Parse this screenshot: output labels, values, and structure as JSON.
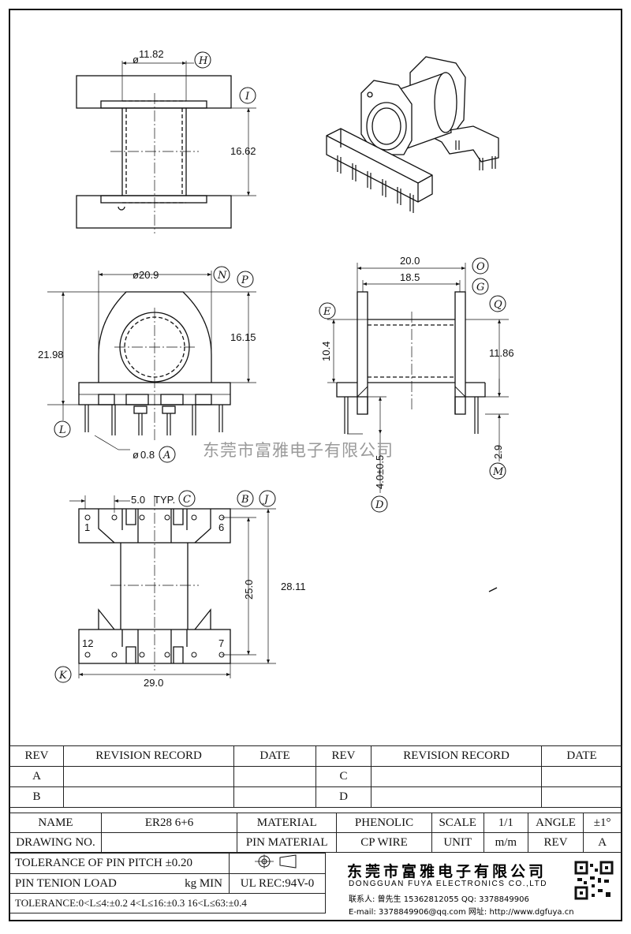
{
  "watermark": "东莞市富雅电子有限公司",
  "dimensions": {
    "top_dia": "11.82",
    "top_height": "16.62",
    "front_dia": "20.9",
    "front_total_h": "21.98",
    "front_h": "16.15",
    "pin_dia": "0.8",
    "side_outer_w": "20.0",
    "side_inner_w": "18.5",
    "side_window_h": "10.4",
    "side_h": "11.86",
    "side_pin_len": "4.0±0.5",
    "side_pin_depth": "2.9",
    "pitch": "5.0",
    "pitch_typ": "TYP.",
    "bottom_inner": "25.0",
    "bottom_outer": "28.11",
    "bottom_width": "29.0",
    "pin_no_1": "1",
    "pin_no_6": "6",
    "pin_no_12": "12",
    "pin_no_7": "7"
  },
  "circle_labels": {
    "H": "H",
    "I": "I",
    "N": "N",
    "P": "P",
    "L": "L",
    "A": "A",
    "O": "O",
    "G": "G",
    "E": "E",
    "Q": "Q",
    "D": "D",
    "M": "M",
    "C": "C",
    "B": "B",
    "J": "J",
    "K": "K"
  },
  "revision": {
    "h_rev": "REV",
    "h_record": "REVISION RECORD",
    "h_date": "DATE",
    "rows": [
      {
        "left_rev": "A",
        "right_rev": "C"
      },
      {
        "left_rev": "B",
        "right_rev": "D"
      }
    ]
  },
  "title_block": {
    "name_label": "NAME",
    "name_value": "ER28 6+6",
    "material_label": "MATERIAL",
    "material_value": "PHENOLIC",
    "scale_label": "SCALE",
    "scale_value": "1/1",
    "angle_label": "ANGLE",
    "angle_value": "±1°",
    "drawing_no_label": "DRAWING NO.",
    "pin_material_label": "PIN MATERIAL",
    "pin_material_value": "CP WIRE",
    "unit_label": "UNIT",
    "unit_value": "m/m",
    "rev_label": "REV",
    "rev_value": "A",
    "tol_pitch": "TOLERANCE OF PIN PITCH ±0.20",
    "pin_tension": "PIN TENION LOAD",
    "pin_tension_unit": "kg MIN",
    "ul_rec": "UL REC:94V-0",
    "tolerance_line": "TOLERANCE:0<L≤4:±0.2  4<L≤16:±0.3  16<L≤63:±0.4"
  },
  "company": {
    "name_cn": "东莞市富雅电子有限公司",
    "name_en": "DONGGUAN FUYA ELECTRONICS CO.,LTD",
    "contact_line": "联系人: 曾先生 15362812055  QQ: 3378849906",
    "email_line": "E-mail: 3378849906@qq.com  网址: http://www.dgfuya.cn"
  }
}
